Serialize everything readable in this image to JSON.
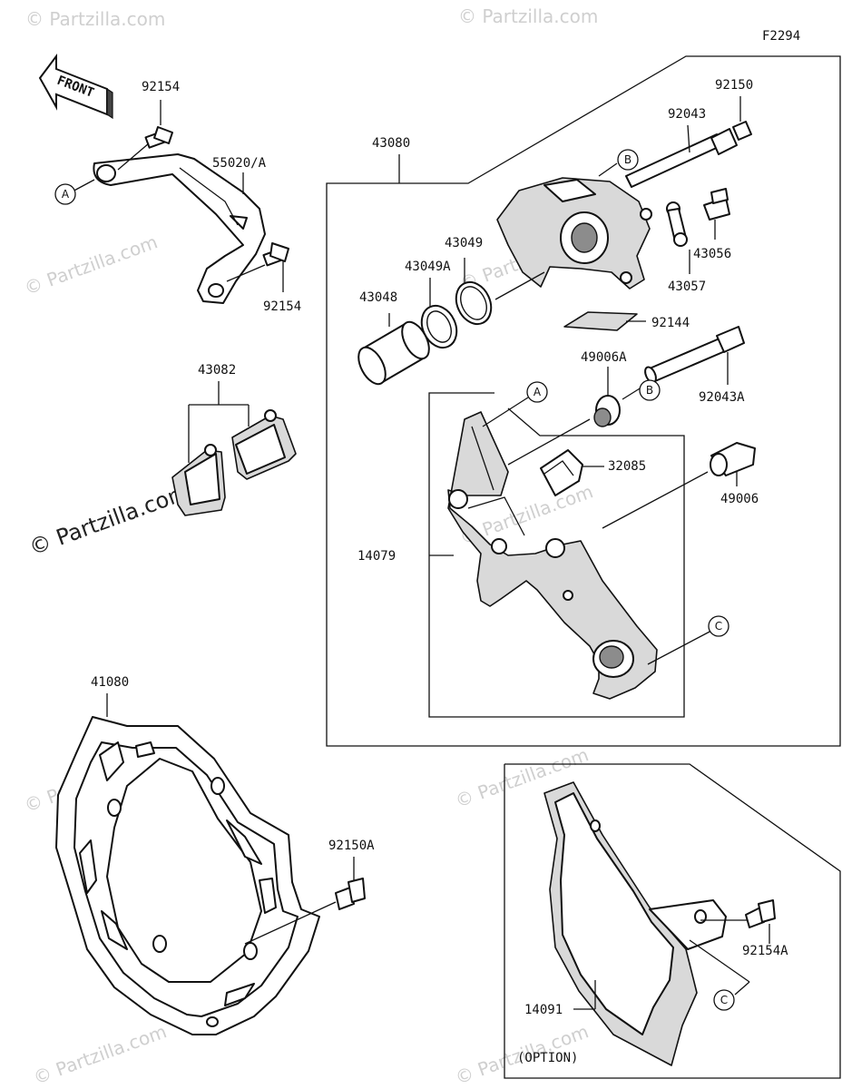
{
  "figure_code": "F2294",
  "front_label": "FRONT",
  "option_label": "(OPTION)",
  "watermark": "© Partzilla.com",
  "callout_letters": {
    "a": "A",
    "b": "B",
    "c": "C"
  },
  "part_numbers": {
    "p92154_top": "92154",
    "p55020A": "55020/A",
    "p92154_bottom": "92154",
    "p43082": "43082",
    "p43080": "43080",
    "p92150": "92150",
    "p92043": "92043",
    "p43056": "43056",
    "p43057": "43057",
    "p43049": "43049",
    "p43049A": "43049A",
    "p43048": "43048",
    "p92144": "92144",
    "p49006A": "49006A",
    "p92043A": "92043A",
    "p32085": "32085",
    "p49006": "49006",
    "p14079": "14079",
    "p41080": "41080",
    "p92150A": "92150A",
    "p92154A": "92154A",
    "p14091": "14091"
  }
}
